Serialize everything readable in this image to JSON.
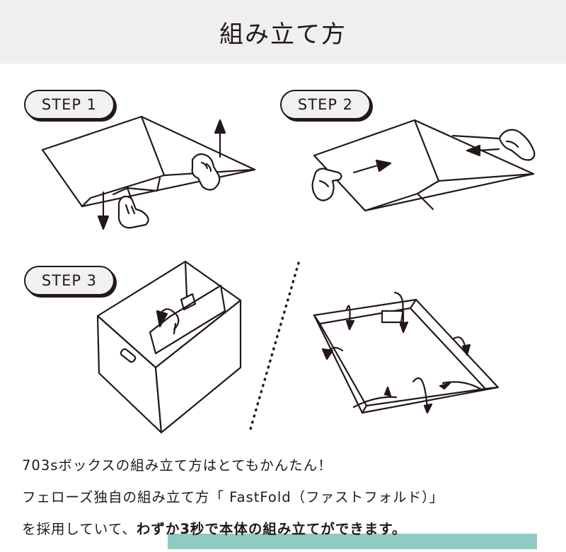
{
  "header": {
    "title": "組み立て方"
  },
  "steps": [
    {
      "label": "STEP 1"
    },
    {
      "label": "STEP 2"
    },
    {
      "label": "STEP 3"
    }
  ],
  "description": {
    "line1": "703sボックスの組み立て方はとてもかんたん！",
    "line2": "フェローズ独自の組み立て方「 FastFold（ファストフォルド）」",
    "line3_plain": "を採用していて、",
    "line3_highlight": "わずか3秒で本体の組み立てができます。"
  },
  "colors": {
    "header_bg": "#efefef",
    "ink": "#231815",
    "highlight": "#8fcbc3"
  }
}
